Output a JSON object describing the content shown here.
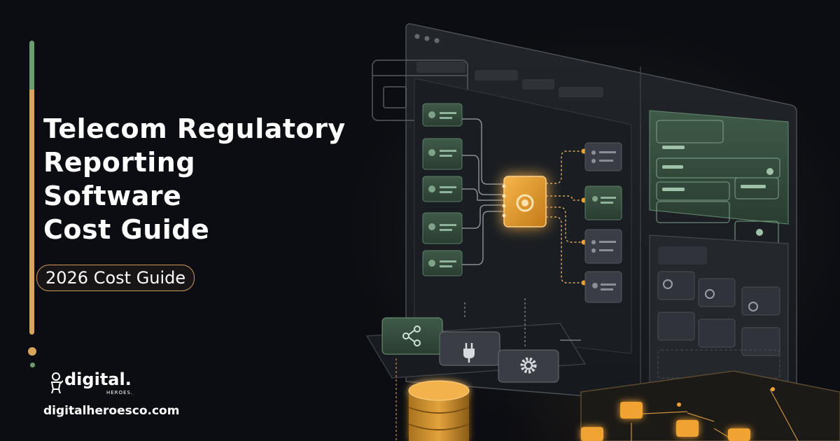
{
  "title_lines": [
    "Telecom Regulatory",
    "Reporting",
    "Software",
    "Cost Guide"
  ],
  "subtitle": "2026 Cost Guide",
  "brand": {
    "name": "digital.",
    "tagline": "HEROES.",
    "website": "digitalheroesco.com"
  },
  "colors": {
    "background": "#0c0d12",
    "accent_green": "#6d9c70",
    "accent_amber": "#d7a55e",
    "glow_orange": "#f5a623"
  },
  "illustration": {
    "icons": [
      "window-icon",
      "share-icon",
      "plug-icon",
      "gear-icon",
      "database-icon",
      "chip-icon"
    ]
  }
}
